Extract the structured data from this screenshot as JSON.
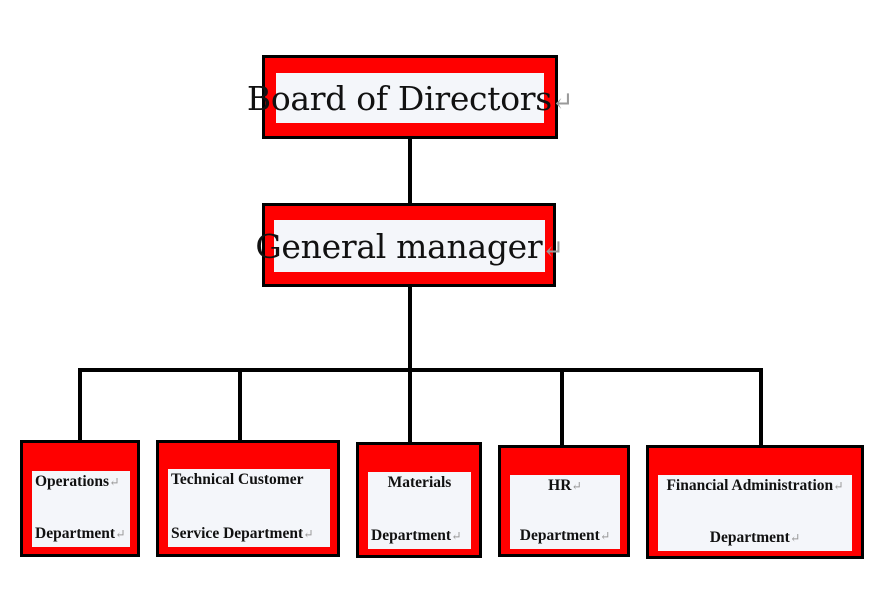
{
  "diagram": {
    "top": {
      "label": "Board of Directors",
      "mark": "↵"
    },
    "middle": {
      "label": "General manager",
      "mark": "↵"
    },
    "departments": [
      {
        "line1": "Operations",
        "line2": "Department",
        "mark": "↵"
      },
      {
        "line1": "Technical Customer",
        "line2": "Service Department",
        "mark": "↵"
      },
      {
        "line1": "Materials",
        "line2": "Department",
        "mark": "↵"
      },
      {
        "line1": "HR",
        "line2": "Department",
        "mark": "↵"
      },
      {
        "line1": "Financial Administration",
        "line2": "Department",
        "mark": "↵"
      }
    ]
  },
  "colors": {
    "box_fill": "#ff0000",
    "box_border": "#000000",
    "inner_fill": "#f4f6fa",
    "connector": "#000000"
  }
}
